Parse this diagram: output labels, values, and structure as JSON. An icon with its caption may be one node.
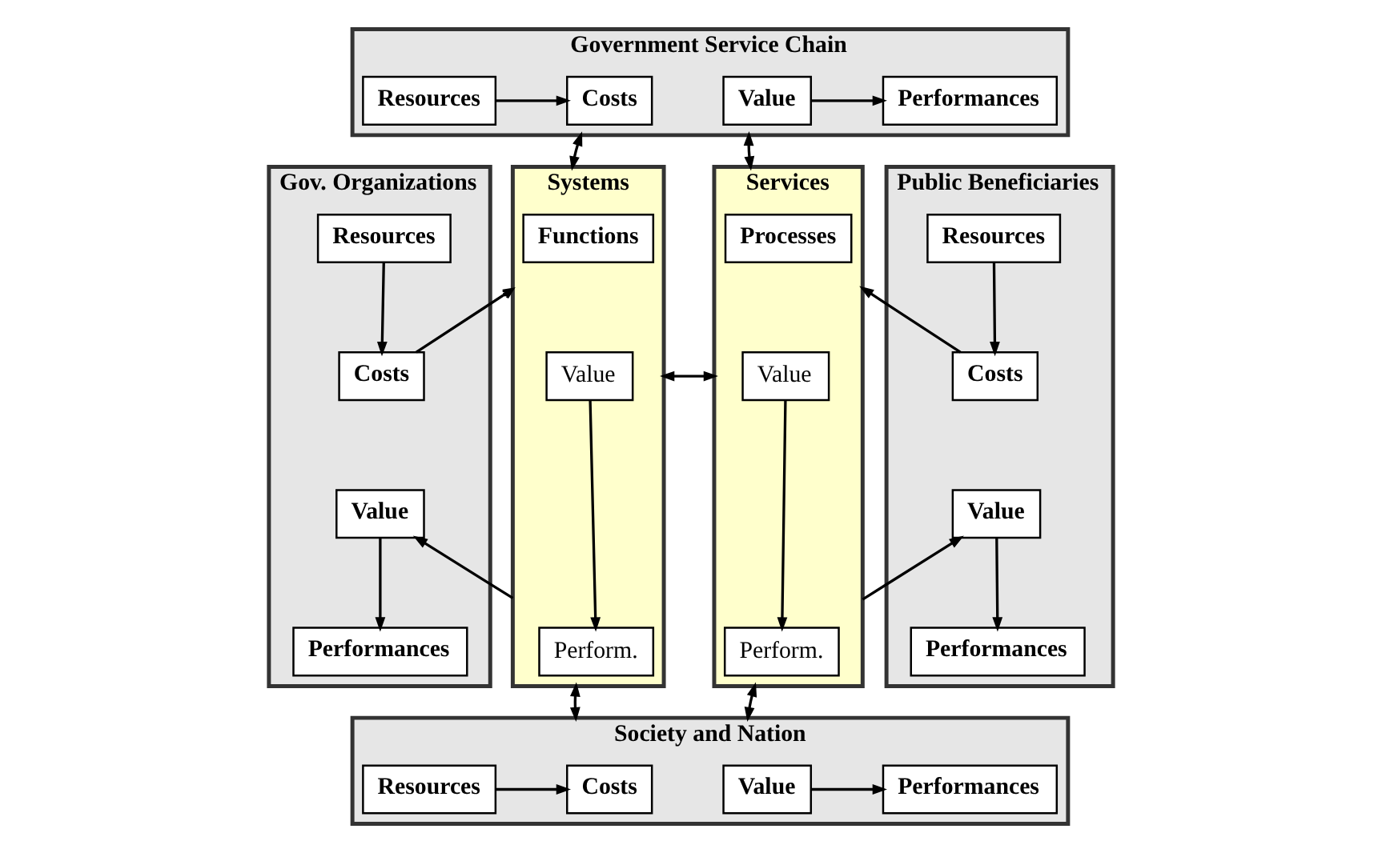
{
  "diagram": {
    "nodes": [
      {
        "text": [
          "Government Service Chain"
        ]
      },
      {
        "text": [
          "Resources"
        ],
        "in": 0
      },
      {
        "text": [
          "Costs"
        ],
        "in": 0
      },
      {
        "text": [
          "Value"
        ],
        "in": 0
      },
      {
        "text": [
          "Performances"
        ],
        "in": 0
      },
      {
        "text": [
          "Gov. Organizations"
        ]
      },
      {
        "text": [
          "Resources"
        ],
        "in": 5
      },
      {
        "text": [
          "Costs"
        ],
        "in": 5
      },
      {
        "text": [
          "Value"
        ],
        "in": 5
      },
      {
        "text": [
          "Performances"
        ],
        "in": 5
      },
      {
        "text": [
          "Systems"
        ]
      },
      {
        "text": [
          "Functions"
        ],
        "in": 10
      },
      {
        "text": [
          "Value"
        ],
        "in": 10
      },
      {
        "text": [
          "Perform."
        ],
        "in": 10
      },
      {
        "text": [
          "Services"
        ]
      },
      {
        "text": [
          "Processes"
        ],
        "in": 14
      },
      {
        "text": [
          "Value"
        ],
        "in": 14
      },
      {
        "text": [
          "Perform."
        ],
        "in": 14
      },
      {
        "text": [
          "Public Beneficiaries"
        ]
      },
      {
        "text": [
          "Resources"
        ],
        "in": 18
      },
      {
        "text": [
          "Costs"
        ],
        "in": 18
      },
      {
        "text": [
          "Value"
        ],
        "in": 18
      },
      {
        "text": [
          "Performances"
        ],
        "in": 18
      },
      {
        "text": [
          "Society and Nation"
        ]
      },
      {
        "text": [
          "Resources"
        ],
        "in": 23
      },
      {
        "text": [
          "Costs"
        ],
        "in": 23
      },
      {
        "text": [
          "Value"
        ],
        "in": 23
      },
      {
        "text": [
          "Performances"
        ],
        "in": 23
      }
    ],
    "edges": [
      {
        "from": 1,
        "to": 2,
        "arrow": "to"
      },
      {
        "from": 3,
        "to": 4,
        "arrow": "to"
      },
      {
        "from": 0,
        "to": 10,
        "arrow": "both"
      },
      {
        "from": 0,
        "to": 14,
        "arrow": "both"
      },
      {
        "from": 6,
        "to": 7,
        "arrow": "to"
      },
      {
        "from": 7,
        "to": 10,
        "arrow": "to"
      },
      {
        "from": 10,
        "to": 8,
        "arrow": "to"
      },
      {
        "from": 8,
        "to": 9,
        "arrow": "to"
      },
      {
        "from": 12,
        "to": 13,
        "arrow": "to"
      },
      {
        "from": 10,
        "to": 14,
        "arrow": "both"
      },
      {
        "from": 16,
        "to": 17,
        "arrow": "to"
      },
      {
        "from": 20,
        "to": 14,
        "arrow": "to"
      },
      {
        "from": 14,
        "to": 21,
        "arrow": "to"
      },
      {
        "from": 19,
        "to": 20,
        "arrow": "to"
      },
      {
        "from": 21,
        "to": 22,
        "arrow": "to"
      },
      {
        "from": 10,
        "to": 23,
        "arrow": "both"
      },
      {
        "from": 14,
        "to": 23,
        "arrow": "both"
      },
      {
        "from": 24,
        "to": 25,
        "arrow": "to"
      },
      {
        "from": 26,
        "to": 27,
        "arrow": "to"
      }
    ]
  }
}
